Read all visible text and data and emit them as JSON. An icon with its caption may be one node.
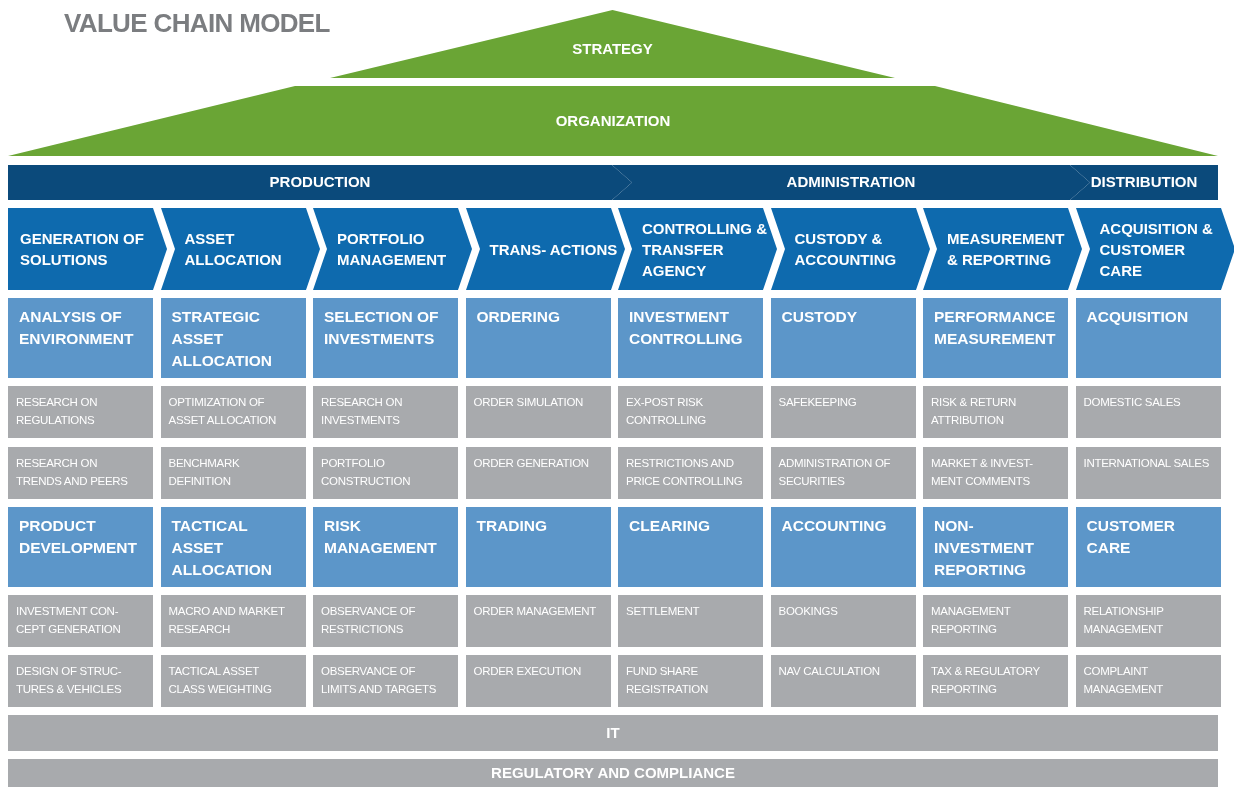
{
  "diagram": {
    "title": "VALUE CHAIN MODEL",
    "nodes": [
      {
        "text": [
          "STRATEGY"
        ]
      },
      {
        "text": [
          "ORGANIZATION"
        ]
      },
      {
        "text": [
          "PRODUCTION"
        ]
      },
      {
        "text": [
          "ADMINISTRATION"
        ]
      },
      {
        "text": [
          "DISTRIBUTION"
        ]
      },
      {
        "text": [
          "GENERATION OF SOLUTIONS"
        ]
      },
      {
        "text": [
          "ASSET ALLOCATION"
        ]
      },
      {
        "text": [
          "PORTFOLIO MANAGEMENT"
        ]
      },
      {
        "text": [
          "TRANS- ACTIONS"
        ]
      },
      {
        "text": [
          "CONTROLLING & TRANSFER AGENCY"
        ]
      },
      {
        "text": [
          "CUSTODY & ACCOUNTING"
        ]
      },
      {
        "text": [
          "MEASUREMENT & REPORTING"
        ]
      },
      {
        "text": [
          "ACQUISITION & CUSTOMER CARE"
        ]
      },
      {
        "text": [
          "ANALYSIS OF ENVIRONMENT"
        ]
      },
      {
        "text": [
          "STRATEGIC ASSET ALLOCATION"
        ]
      },
      {
        "text": [
          "SELECTION OF INVESTMENTS"
        ]
      },
      {
        "text": [
          "ORDERING"
        ]
      },
      {
        "text": [
          "INVESTMENT CONTROLLING"
        ]
      },
      {
        "text": [
          "CUSTODY"
        ]
      },
      {
        "text": [
          "PERFORMANCE MEASUREMENT"
        ]
      },
      {
        "text": [
          "ACQUISITION"
        ]
      },
      {
        "text": [
          "RESEARCH ON REGULATIONS"
        ]
      },
      {
        "text": [
          "OPTIMIZATION OF ASSET ALLOCATION"
        ]
      },
      {
        "text": [
          "RESEARCH ON INVESTMENTS"
        ]
      },
      {
        "text": [
          "ORDER SIMULATION"
        ]
      },
      {
        "text": [
          "EX-POST RISK CONTROLLING"
        ]
      },
      {
        "text": [
          "SAFEKEEPING"
        ]
      },
      {
        "text": [
          "RISK & RETURN ATTRIBUTION"
        ]
      },
      {
        "text": [
          "DOMESTIC SALES"
        ]
      },
      {
        "text": [
          "RESEARCH ON TRENDS AND PEERS"
        ]
      },
      {
        "text": [
          "BENCHMARK DEFINITION"
        ]
      },
      {
        "text": [
          "PORTFOLIO CONSTRUCTION"
        ]
      },
      {
        "text": [
          "ORDER GENERATION"
        ]
      },
      {
        "text": [
          "RESTRICTIONS AND PRICE CONTROLLING"
        ]
      },
      {
        "text": [
          "ADMINISTRATION OF SECURITIES"
        ]
      },
      {
        "text": [
          "MARKET & INVEST- MENT COMMENTS"
        ]
      },
      {
        "text": [
          "INTERNATIONAL SALES"
        ]
      },
      {
        "text": [
          "PRODUCT DEVELOPMENT"
        ]
      },
      {
        "text": [
          "TACTICAL ASSET ALLOCATION"
        ]
      },
      {
        "text": [
          "RISK MANAGEMENT"
        ]
      },
      {
        "text": [
          "TRADING"
        ]
      },
      {
        "text": [
          "CLEARING"
        ]
      },
      {
        "text": [
          "ACCOUNTING"
        ]
      },
      {
        "text": [
          "NON- INVESTMENT REPORTING"
        ]
      },
      {
        "text": [
          "CUSTOMER CARE"
        ]
      },
      {
        "text": [
          "INVESTMENT CON- CEPT GENERATION"
        ]
      },
      {
        "text": [
          "MACRO AND MARKET RESEARCH"
        ]
      },
      {
        "text": [
          "OBSERVANCE OF RESTRICTIONS"
        ]
      },
      {
        "text": [
          "ORDER MANAGEMENT"
        ]
      },
      {
        "text": [
          "SETTLEMENT"
        ]
      },
      {
        "text": [
          "BOOKINGS"
        ]
      },
      {
        "text": [
          "MANAGEMENT REPORTING"
        ]
      },
      {
        "text": [
          "RELATIONSHIP MANAGEMENT"
        ]
      },
      {
        "text": [
          "DESIGN OF STRUC- TURES & VEHICLES"
        ]
      },
      {
        "text": [
          "TACTICAL ASSET CLASS WEIGHTING"
        ]
      },
      {
        "text": [
          "OBSERVANCE OF LIMITS AND TARGETS"
        ]
      },
      {
        "text": [
          "ORDER EXECUTION"
        ]
      },
      {
        "text": [
          "FUND SHARE REGISTRATION"
        ]
      },
      {
        "text": [
          "NAV CALCULATION"
        ]
      },
      {
        "text": [
          "TAX & REGULATORY REPORTING"
        ]
      },
      {
        "text": [
          "COMPLAINT MANAGEMENT"
        ]
      },
      {
        "text": [
          "IT"
        ]
      },
      {
        "text": [
          "REGULATORY AND COMPLIANCE"
        ]
      }
    ],
    "edges": []
  }
}
